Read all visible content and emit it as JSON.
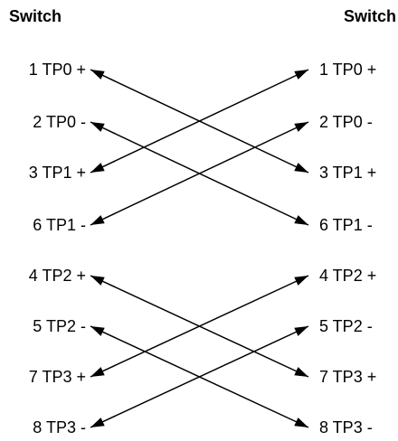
{
  "headings": {
    "left": "Switch",
    "right": "Switch"
  },
  "left_pins": [
    "1 TP0 +",
    "2 TP0 -",
    "3 TP1 +",
    "6 TP1 -",
    "4 TP2 +",
    "5 TP2 -",
    "7 TP3 +",
    "8 TP3 -"
  ],
  "right_pins": [
    "1 TP0 +",
    "2 TP0 -",
    "3 TP1 +",
    "6 TP1 -",
    "4 TP2 +",
    "5 TP2 -",
    "7 TP3 +",
    "8 TP3 -"
  ],
  "connections": [
    {
      "from": "1 TP0 +",
      "to": "3 TP1 +"
    },
    {
      "from": "2 TP0 -",
      "to": "6 TP1 -"
    },
    {
      "from": "3 TP1 +",
      "to": "1 TP0 +"
    },
    {
      "from": "6 TP1 -",
      "to": "2 TP0 -"
    },
    {
      "from": "4 TP2 +",
      "to": "7 TP3 +"
    },
    {
      "from": "5 TP2 -",
      "to": "8 TP3 -"
    },
    {
      "from": "7 TP3 +",
      "to": "4 TP2 +"
    },
    {
      "from": "8 TP3 -",
      "to": "5 TP2 -"
    }
  ]
}
